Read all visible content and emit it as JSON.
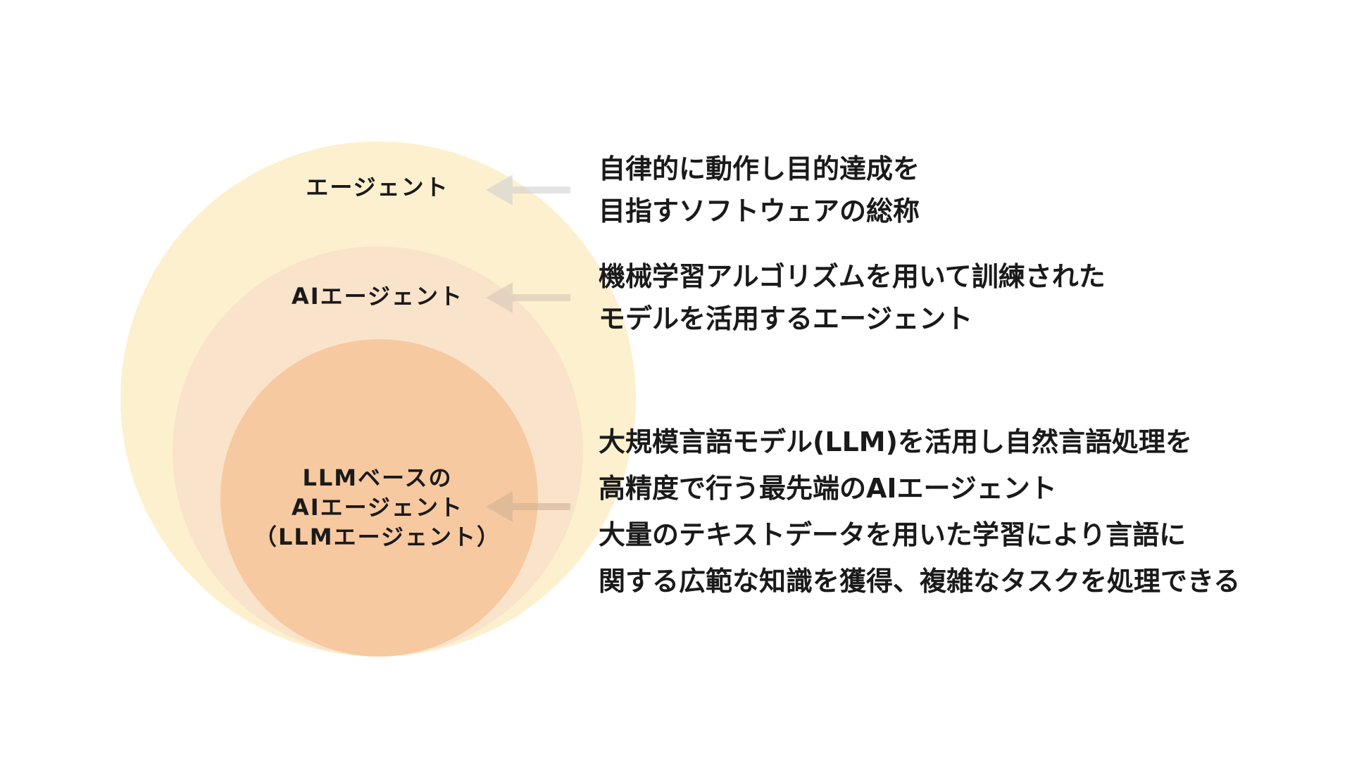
{
  "diagram": {
    "circles": [
      {
        "id": "agent",
        "label_lines": [
          "エージェント"
        ],
        "color": "#fdf0cf",
        "description_lines": [
          "自律的に動作し目的達成を",
          "目指すソフトウェアの総称"
        ]
      },
      {
        "id": "ai-agent",
        "label_lines": [
          "AIエージェント"
        ],
        "color": "#fae3cb",
        "description_lines": [
          "機械学習アルゴリズムを用いて訓練された",
          "モデルを活用するエージェント"
        ]
      },
      {
        "id": "llm-agent",
        "label_lines": [
          "LLMベースの",
          "AIエージェント",
          "（LLMエージェント）"
        ],
        "color": "#f7c9a0",
        "description_lines": [
          "大規模言語モデル(LLM)を活用し自然言語処理を",
          "高精度で行う最先端のAIエージェント",
          "大量のテキストデータを用いた学習により言語に",
          "関する広範な知識を獲得、複雑なタスクを処理できる"
        ]
      }
    ],
    "arrow_color": "#d9cfc0"
  }
}
